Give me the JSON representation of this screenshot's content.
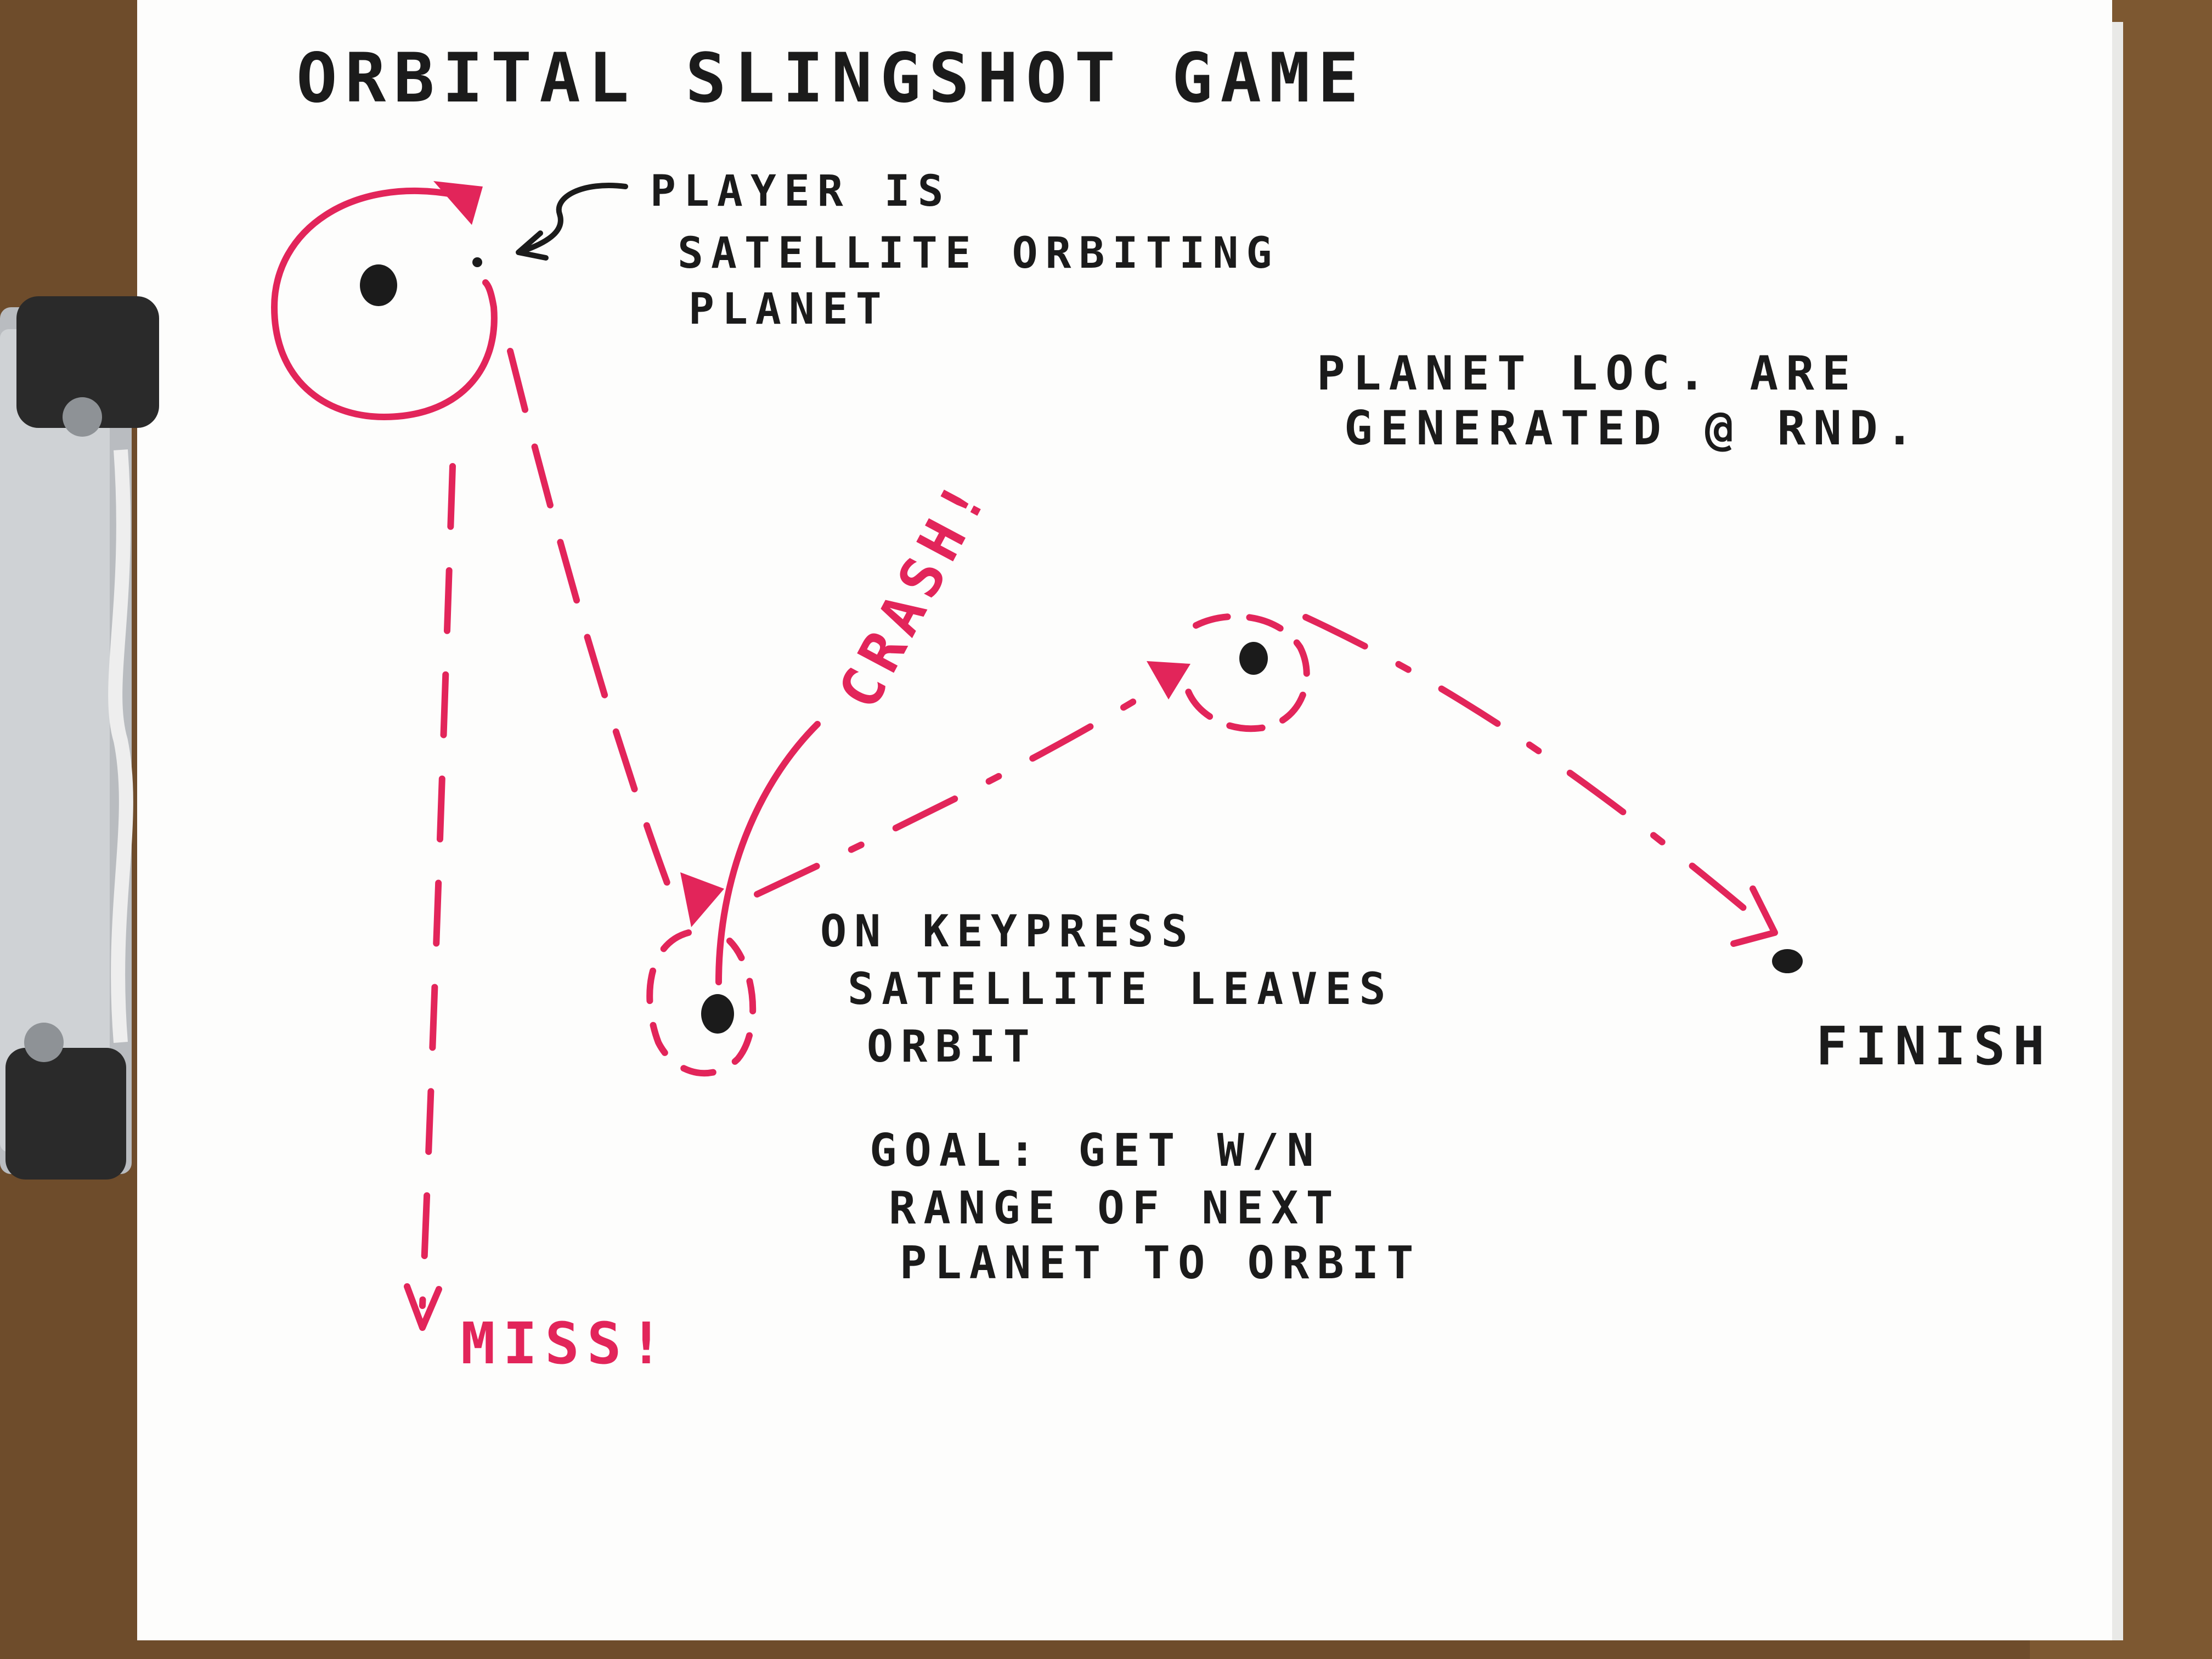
{
  "title": "ORBITAL SLINGSHOT GAME",
  "notes": {
    "player_line1": "PLAYER IS",
    "player_line2": "SATELLITE ORBITING",
    "player_line3": "PLANET",
    "planet_line1": "PLANET LOC. ARE",
    "planet_line2": "GENERATED @ RND.",
    "keypress_line1": "ON KEYPRESS",
    "keypress_line2": "SATELLITE LEAVES",
    "keypress_line3": "ORBIT",
    "goal_line1": "GOAL: GET W/N",
    "goal_line2": "RANGE OF NEXT",
    "goal_line3": "PLANET TO ORBIT",
    "finish": "FINISH",
    "crash": "CRASH!",
    "miss": "MISS!"
  },
  "colors": {
    "ink": "#1b1b1b",
    "marker": "#e2255a",
    "paper": "#fdfdfc",
    "clipboard": "#6b4a2a",
    "clip_metal": "#b9bcc0"
  }
}
